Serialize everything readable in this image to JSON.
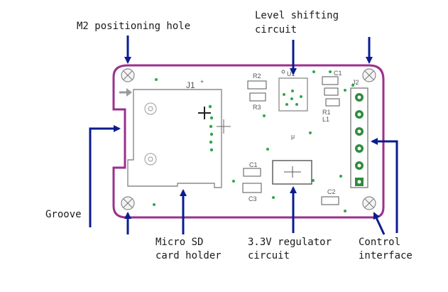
{
  "callouts": {
    "m2_hole": "M2 positioning hole",
    "level_shift_line1": "Level shifting",
    "level_shift_line2": "circuit",
    "groove": "Groove",
    "sd_line1": "Micro SD",
    "sd_line2": "card holder",
    "reg_line1": "3.3V regulator",
    "reg_line2": "circuit",
    "ctrl_line1": "Control",
    "ctrl_line2": "interface"
  },
  "silkscreen": {
    "j1": "J1",
    "j2": "J2",
    "u1": "U1",
    "r1": "R1",
    "r2": "R2",
    "r3": "R3",
    "c1_top": "C1",
    "c1_mid": "C1",
    "c2": "C2",
    "c3": "C3",
    "l1": "L1"
  },
  "colors": {
    "board_outline": "#9b2f8e",
    "arrow": "#0a1d8f",
    "component_outline": "#8a8a8a",
    "pad": "#2fa84a",
    "pin_pad": "#2e8b3e"
  }
}
